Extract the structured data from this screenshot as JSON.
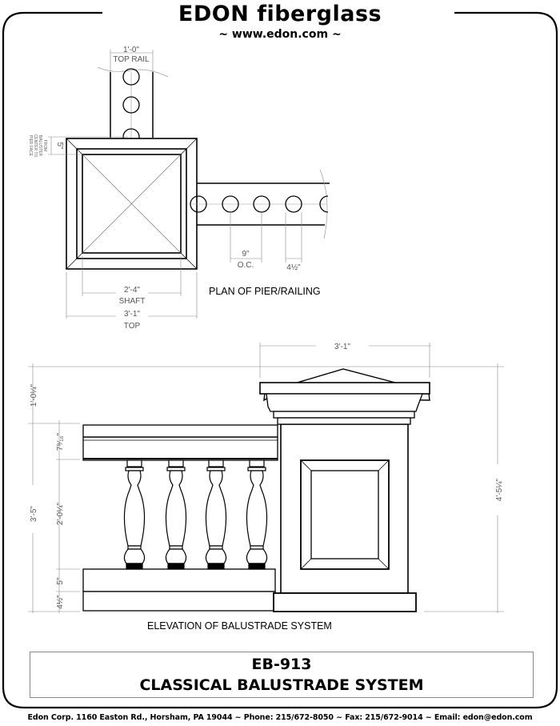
{
  "header": {
    "brand": "EDON fiberglass",
    "website": "~ www.edon.com ~"
  },
  "plan_view": {
    "caption": "PLAN OF PIER/RAILING",
    "top_rail_width": "1'-0\"",
    "top_rail_label": "TOP RAIL",
    "baluster_offset": "5\"",
    "baluster_offset_note": [
      "FROM",
      "BALUSTER",
      "CENTER TO",
      "PIER FACE"
    ],
    "shaft_width": "2'-4\"",
    "shaft_label": "SHAFT",
    "top_width": "3'-1\"",
    "top_label": "TOP",
    "baluster_spacing": "9\"",
    "baluster_spacing_label": "O.C.",
    "baluster_diameter": "4½\""
  },
  "elevation_view": {
    "caption": "ELEVATION OF BALUSTRADE SYSTEM",
    "pier_cap_width": "3'-1\"",
    "cap_above_rail": "1'-0¼\"",
    "rail_height": "7⁹⁄₁₆\"",
    "baluster_height": "2'-0¼\"",
    "railing_total_height": "3'-5\"",
    "bottom_rail_height": "5\"",
    "base_height": "4½\"",
    "pier_total_height": "4'-5¼\""
  },
  "title_block": {
    "code": "EB-913",
    "name": "CLASSICAL BALUSTRADE SYSTEM"
  },
  "footer": {
    "contact": "Edon Corp. 1160 Easton Rd.,  Horsham, PA 19044 ~ Phone: 215/672-8050 ~ Fax:  215/672-9014 ~ Email: edon@edon.com"
  }
}
